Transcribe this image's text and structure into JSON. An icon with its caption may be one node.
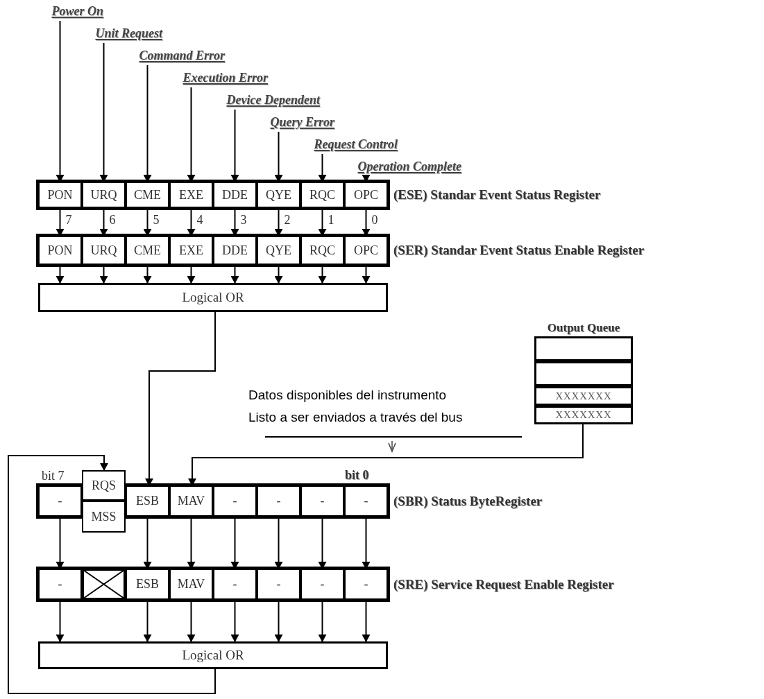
{
  "diagram": {
    "nodes": [
      {
        "text": [
          "Power On"
        ]
      },
      {
        "text": [
          "Unit Request"
        ]
      },
      {
        "text": [
          "Command Error"
        ]
      },
      {
        "text": [
          "Execution Error"
        ]
      },
      {
        "text": [
          "Device Dependent"
        ]
      },
      {
        "text": [
          "Query Error"
        ]
      },
      {
        "text": [
          "Request Control"
        ]
      },
      {
        "text": [
          "Operation Complete"
        ]
      },
      {
        "text": [
          "(ESE) Standar Event Status Register"
        ]
      },
      {
        "text": [
          "PON"
        ],
        "in": 8
      },
      {
        "text": [
          "URQ"
        ],
        "in": 8
      },
      {
        "text": [
          "CME"
        ],
        "in": 8
      },
      {
        "text": [
          "EXE"
        ],
        "in": 8
      },
      {
        "text": [
          "DDE"
        ],
        "in": 8
      },
      {
        "text": [
          "QYE"
        ],
        "in": 8
      },
      {
        "text": [
          "RQC"
        ],
        "in": 8
      },
      {
        "text": [
          "OPC"
        ],
        "in": 8
      },
      {
        "text": [
          "(SER) Standar Event Status Enable Register"
        ]
      },
      {
        "text": [
          "PON"
        ],
        "in": 17
      },
      {
        "text": [
          "URQ"
        ],
        "in": 17
      },
      {
        "text": [
          "CME"
        ],
        "in": 17
      },
      {
        "text": [
          "EXE"
        ],
        "in": 17
      },
      {
        "text": [
          "DDE"
        ],
        "in": 17
      },
      {
        "text": [
          "QYE"
        ],
        "in": 17
      },
      {
        "text": [
          "RQC"
        ],
        "in": 17
      },
      {
        "text": [
          "OPC"
        ],
        "in": 17
      },
      {
        "text": [
          "Logical OR"
        ]
      },
      {
        "text": [
          "Output Queue"
        ]
      },
      {
        "text": [],
        "shape": "box",
        "in": 27
      },
      {
        "text": [],
        "shape": "box",
        "in": 27
      },
      {
        "text": [
          "XXXXXXX"
        ],
        "in": 27
      },
      {
        "text": [
          "XXXXXXX"
        ],
        "in": 27
      },
      {
        "text": [
          "(SBR) Status ByteRegister"
        ]
      },
      {
        "text": [
          "-"
        ],
        "in": 32
      },
      {
        "text": [
          "RQS"
        ]
      },
      {
        "text": [
          "MSS"
        ]
      },
      {
        "text": [
          "ESB"
        ],
        "in": 32
      },
      {
        "text": [
          "MAV"
        ],
        "in": 32
      },
      {
        "text": [
          "-"
        ],
        "in": 32
      },
      {
        "text": [
          "-"
        ],
        "in": 32
      },
      {
        "text": [
          "-"
        ],
        "in": 32
      },
      {
        "text": [
          "-"
        ],
        "in": 32
      },
      {
        "text": [
          "(SRE) Service Request Enable Register"
        ]
      },
      {
        "text": [
          "-"
        ],
        "in": 42
      },
      {
        "text": [],
        "shape": "box",
        "in": 42
      },
      {
        "text": [
          "ESB"
        ],
        "in": 42
      },
      {
        "text": [
          "MAV"
        ],
        "in": 42
      },
      {
        "text": [
          "-"
        ],
        "in": 42
      },
      {
        "text": [
          "-"
        ],
        "in": 42
      },
      {
        "text": [
          "-"
        ],
        "in": 42
      },
      {
        "text": [
          "-"
        ],
        "in": 42
      },
      {
        "text": [
          "Logical OR"
        ]
      }
    ],
    "edges": [
      {
        "from": 0,
        "to": 9,
        "arrow": "to"
      },
      {
        "from": 1,
        "to": 10,
        "arrow": "to"
      },
      {
        "from": 2,
        "to": 11,
        "arrow": "to"
      },
      {
        "from": 3,
        "to": 12,
        "arrow": "to"
      },
      {
        "from": 4,
        "to": 13,
        "arrow": "to"
      },
      {
        "from": 5,
        "to": 14,
        "arrow": "to"
      },
      {
        "from": 6,
        "to": 15,
        "arrow": "to"
      },
      {
        "from": 7,
        "to": 16,
        "arrow": "to"
      },
      {
        "from": 9,
        "to": 18,
        "arrow": "to"
      },
      {
        "from": 10,
        "to": 19,
        "arrow": "to"
      },
      {
        "from": 11,
        "to": 20,
        "arrow": "to"
      },
      {
        "from": 12,
        "to": 21,
        "arrow": "to"
      },
      {
        "from": 13,
        "to": 22,
        "arrow": "to"
      },
      {
        "from": 14,
        "to": 23,
        "arrow": "to"
      },
      {
        "from": 15,
        "to": 24,
        "arrow": "to"
      },
      {
        "from": 16,
        "to": 25,
        "arrow": "to"
      },
      {
        "from": 18,
        "to": 26,
        "arrow": "to"
      },
      {
        "from": 19,
        "to": 26,
        "arrow": "to"
      },
      {
        "from": 20,
        "to": 26,
        "arrow": "to"
      },
      {
        "from": 21,
        "to": 26,
        "arrow": "to"
      },
      {
        "from": 22,
        "to": 26,
        "arrow": "to"
      },
      {
        "from": 23,
        "to": 26,
        "arrow": "to"
      },
      {
        "from": 24,
        "to": 26,
        "arrow": "to"
      },
      {
        "from": 25,
        "to": 26,
        "arrow": "to"
      },
      {
        "from": 26,
        "to": 36,
        "arrow": "to"
      },
      {
        "from": 27,
        "to": 37,
        "arrow": "to"
      },
      {
        "from": 33,
        "to": 43,
        "arrow": "to"
      },
      {
        "from": 36,
        "to": 45,
        "arrow": "to"
      },
      {
        "from": 37,
        "to": 46,
        "arrow": "to"
      },
      {
        "from": 38,
        "to": 47,
        "arrow": "to"
      },
      {
        "from": 39,
        "to": 48,
        "arrow": "to"
      },
      {
        "from": 40,
        "to": 49,
        "arrow": "to"
      },
      {
        "from": 41,
        "to": 50,
        "arrow": "to"
      },
      {
        "from": 43,
        "to": 51,
        "arrow": "to"
      },
      {
        "from": 45,
        "to": 51,
        "arrow": "to"
      },
      {
        "from": 46,
        "to": 51,
        "arrow": "to"
      },
      {
        "from": 47,
        "to": 51,
        "arrow": "to"
      },
      {
        "from": 48,
        "to": 51,
        "arrow": "to"
      },
      {
        "from": 49,
        "to": 51,
        "arrow": "to"
      },
      {
        "from": 50,
        "to": 51,
        "arrow": "to"
      },
      {
        "from": 51,
        "to": 34,
        "arrow": "to"
      }
    ],
    "labels": [
      "7",
      "6",
      "5",
      "4",
      "3",
      "2",
      "1",
      "0",
      "Datos disponibles del instrumento",
      "Listo a ser enviados a través del bus",
      "bit 7",
      "bit 0"
    ]
  }
}
